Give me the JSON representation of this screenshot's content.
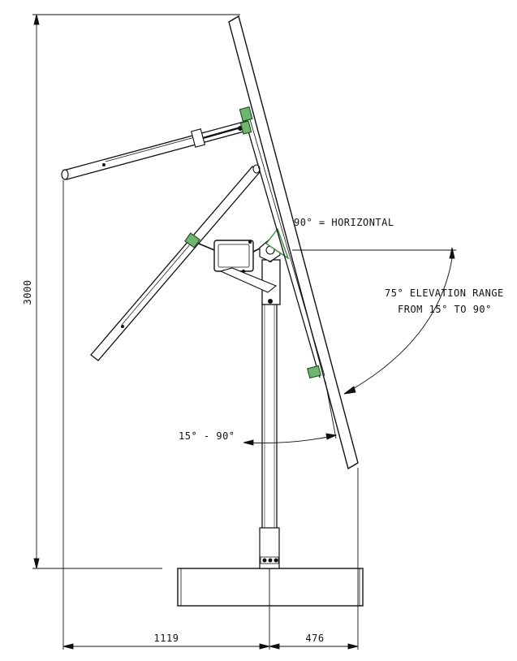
{
  "dimensions": {
    "height": "3000",
    "left_width": "1119",
    "right_width": "476"
  },
  "annotations": {
    "horizontal_label": "90° = HORIZONTAL",
    "elevation_line1": "75° ELEVATION RANGE",
    "elevation_line2": "FROM 15° TO 90°",
    "tilt_range": "15° - 90°"
  },
  "colors": {
    "line": "#111111",
    "bracket": "#3c8a3c"
  }
}
